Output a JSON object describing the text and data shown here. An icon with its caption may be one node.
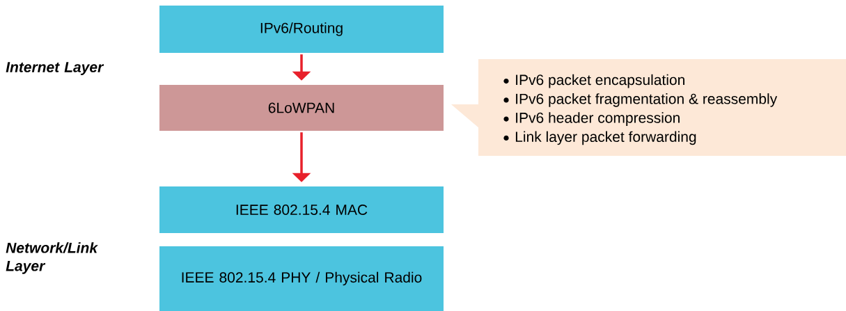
{
  "diagram": {
    "nodes": [
      {
        "text": [
          "IPv6/Routing"
        ]
      },
      {
        "text": [
          "6LoWPAN"
        ]
      },
      {
        "text": [
          "IEEE 802.15.4 MAC"
        ]
      },
      {
        "text": [
          "IEEE 802.15.4 PHY / Physical Radio"
        ]
      },
      {
        "text": [
          "IPv6 packet encapsulation",
          "IPv6 packet fragmentation & reassembly",
          "IPv6 header compression",
          "Link layer packet forwarding"
        ]
      }
    ],
    "edges": [
      {
        "from": 0,
        "to": 1,
        "arrow": "to"
      },
      {
        "from": 1,
        "to": 2,
        "arrow": "to"
      }
    ],
    "labels": [
      "Internet Layer",
      "Network/Link Layer"
    ]
  }
}
